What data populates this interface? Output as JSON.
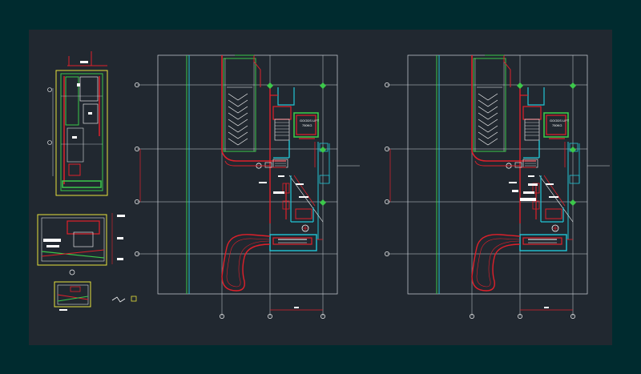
{
  "colors": {
    "background": "#002b2f",
    "paper": "#212830",
    "grid": "#cfd4da",
    "wall": "#e0202a",
    "cyan": "#22c6d6",
    "green": "#3cc84a",
    "yellow": "#e8e23c",
    "white": "#ffffff"
  },
  "plans": [
    {
      "name": "plan-left",
      "lift_label_1": "GOODS LIFT",
      "lift_label_2": "750KG"
    },
    {
      "name": "plan-right",
      "lift_label_1": "GOODS LIFT",
      "lift_label_2": "750KG"
    }
  ]
}
